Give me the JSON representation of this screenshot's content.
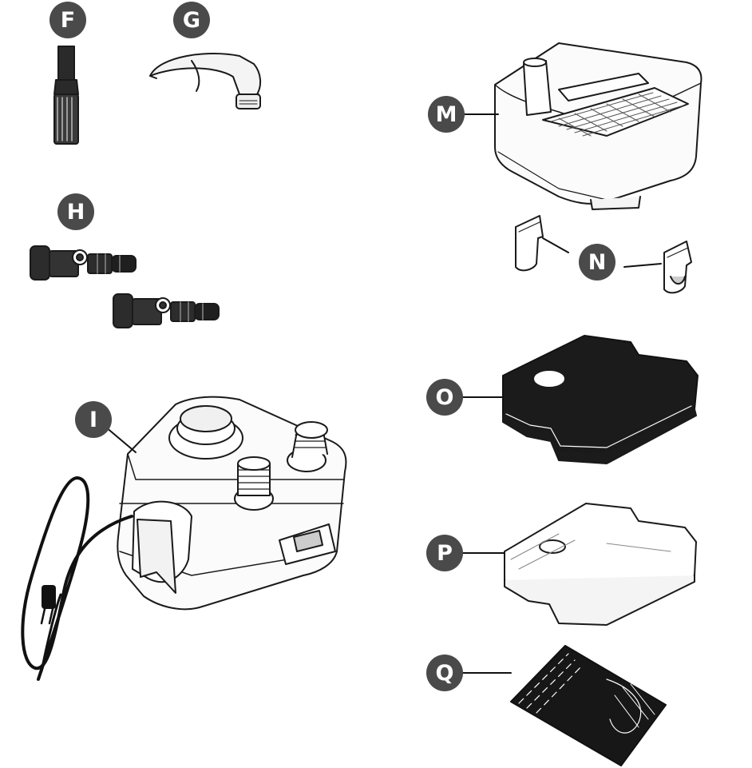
{
  "parts": {
    "F": {
      "letter": "F"
    },
    "G": {
      "letter": "G"
    },
    "H": {
      "letter": "H"
    },
    "I": {
      "letter": "I"
    },
    "M": {
      "letter": "M"
    },
    "N": {
      "letter": "N"
    },
    "O": {
      "letter": "O"
    },
    "P": {
      "letter": "P"
    },
    "Q": {
      "letter": "Q"
    }
  },
  "colors": {
    "badge": "#4a4a4a",
    "line": "#1a1a1a",
    "foam_dark": "#1b1b1b",
    "foam_light": "#ffffff"
  }
}
